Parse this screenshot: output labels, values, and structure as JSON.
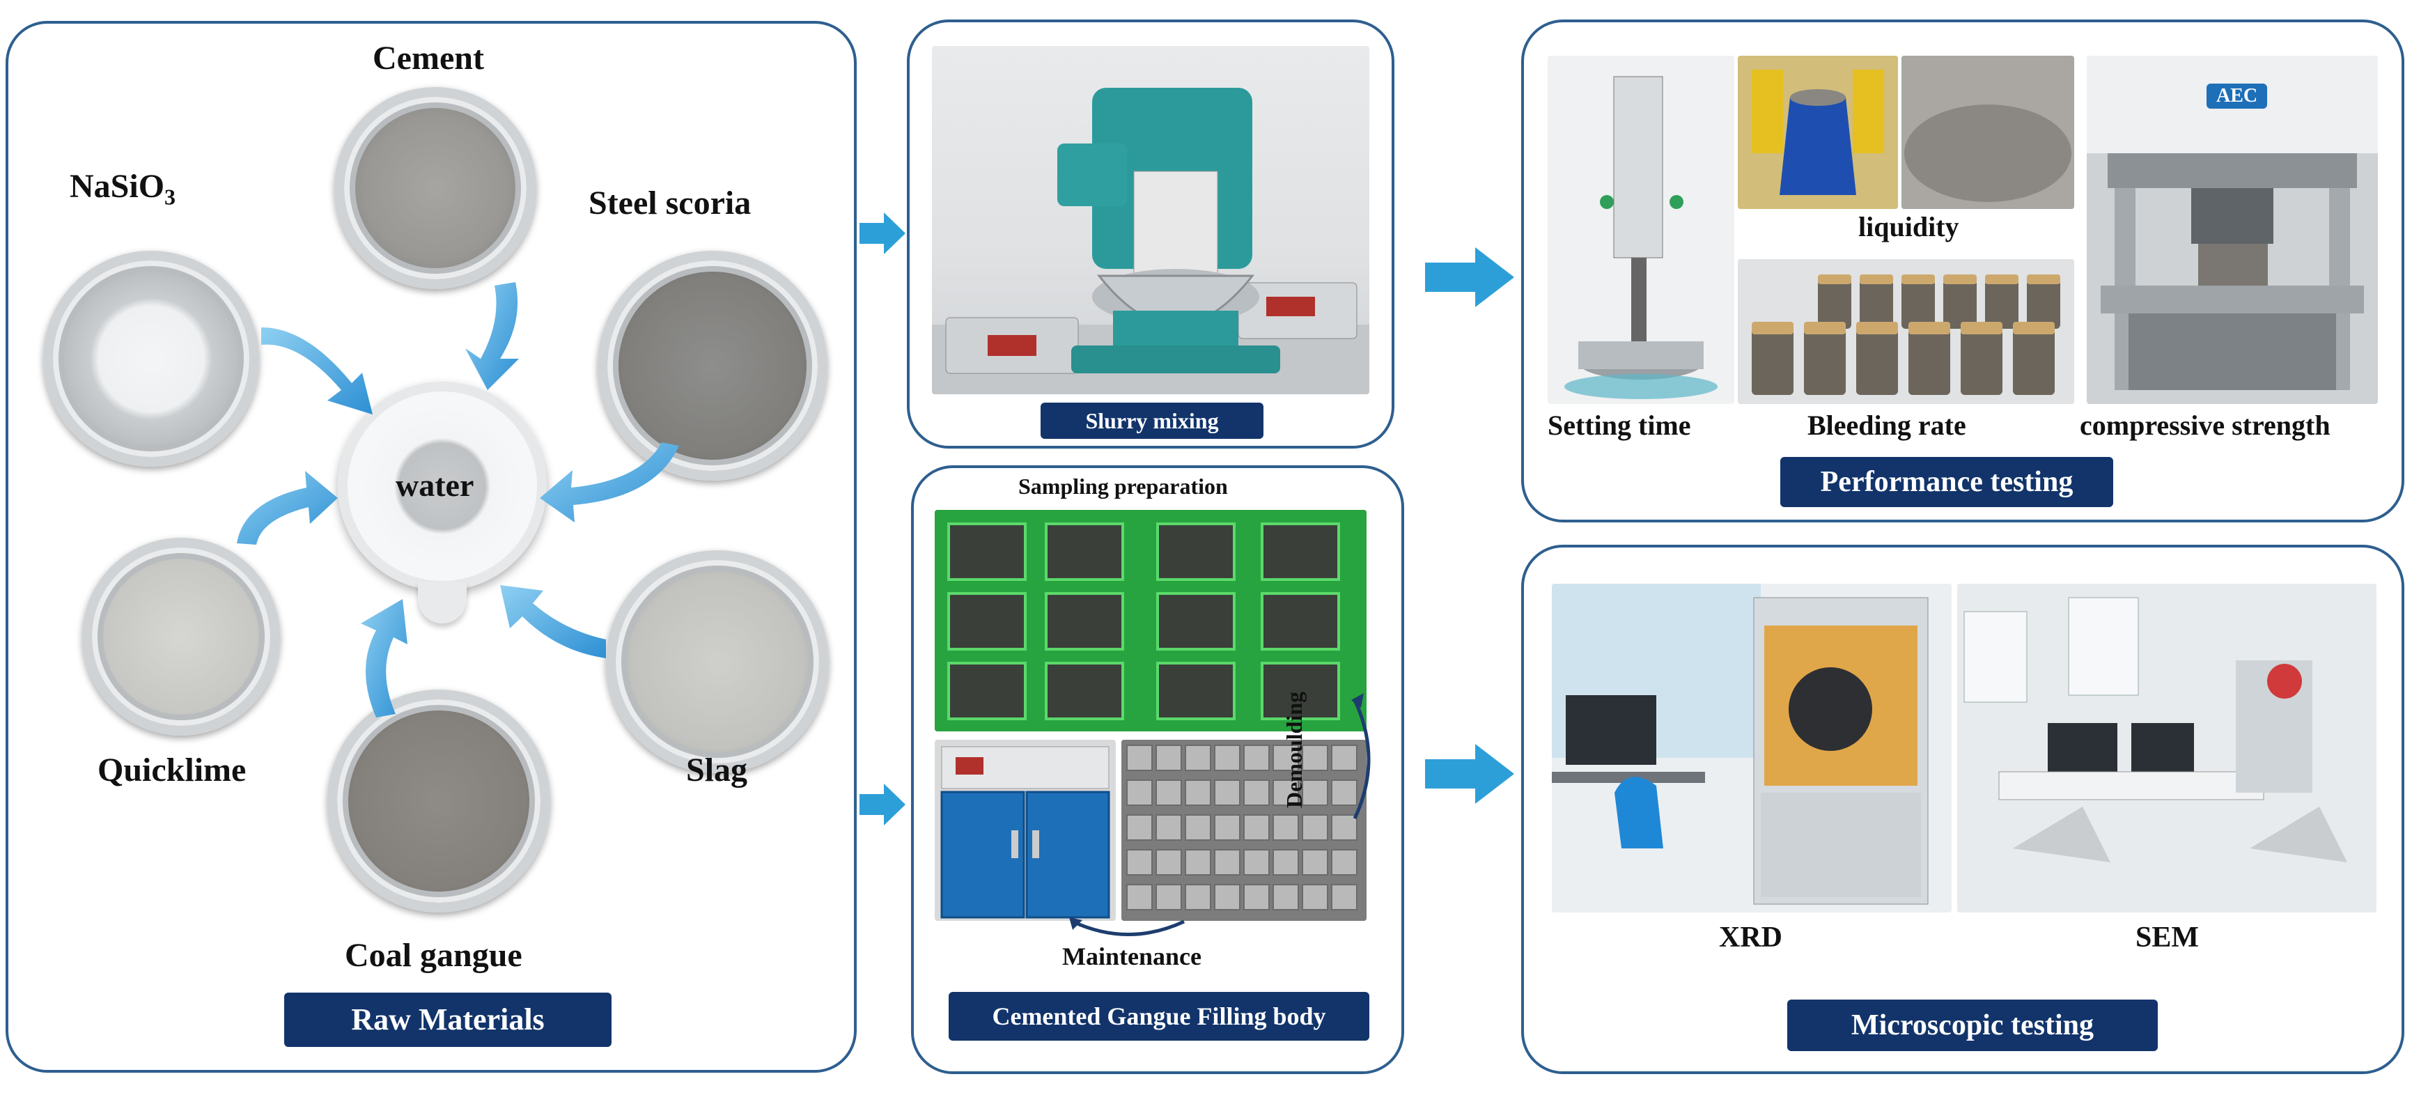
{
  "raw_materials": {
    "banner": "Raw Materials",
    "cement": "Cement",
    "nasio3": "NaSiO",
    "nasio3_sub": "3",
    "steel_scoria": "Steel scoria",
    "water": "water",
    "quicklime": "Quicklime",
    "slag": "Slag",
    "coal_gangue": "Coal gangue"
  },
  "slurry": {
    "banner": "Slurry mixing"
  },
  "filling": {
    "banner": "Cemented Gangue Filling body",
    "sampling": "Sampling preparation",
    "demoulding": "Demoulding",
    "maintenance": "Maintenance"
  },
  "performance": {
    "banner": "Performance testing",
    "liquidity": "liquidity",
    "setting_time": "Setting time",
    "bleeding_rate": "Bleeding rate",
    "compressive_strength": "compressive strength",
    "machine_badge": "AEC"
  },
  "microscopic": {
    "banner": "Microscopic testing",
    "xrd": "XRD",
    "sem": "SEM"
  },
  "colors": {
    "panel_border": "#2e5f8f",
    "banner_bg": "#12346b",
    "arrow": "#2d9fd8"
  }
}
